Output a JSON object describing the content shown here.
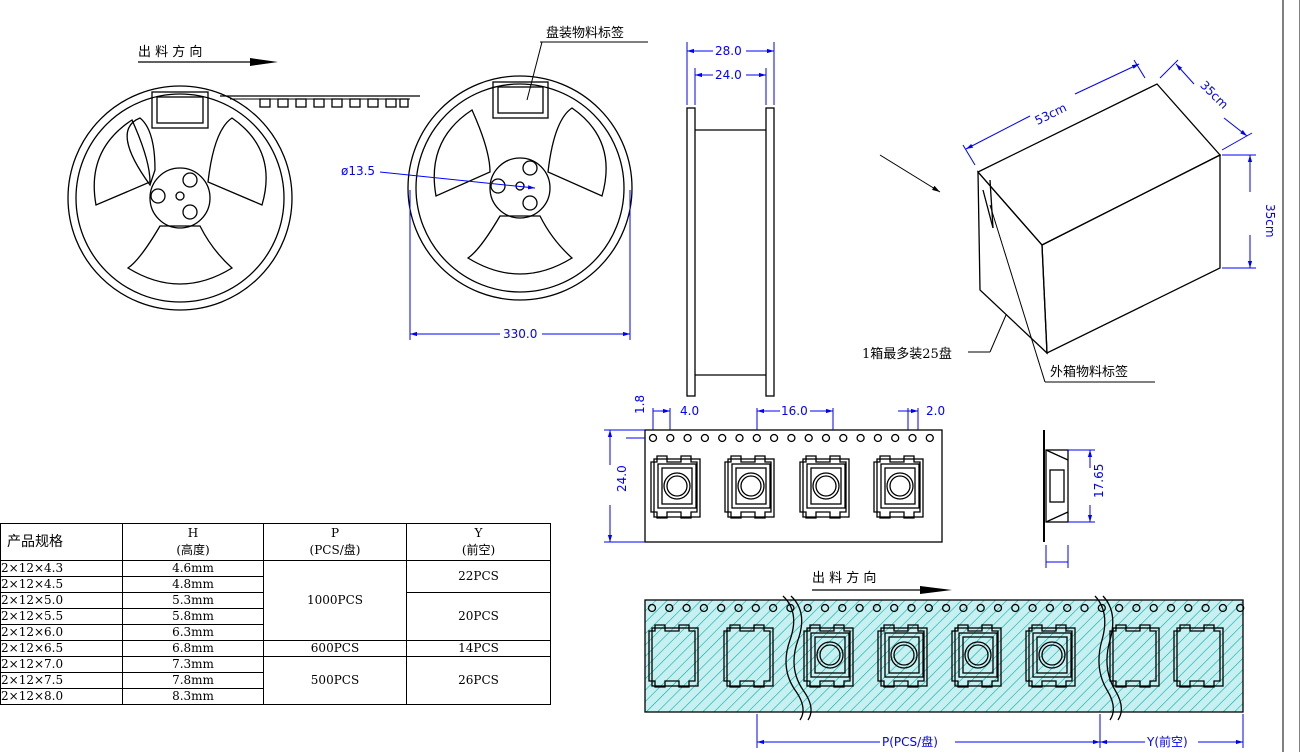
{
  "labels": {
    "feed_direction": "出 料 方 向",
    "feed_direction_2": "出 料 方 向",
    "reel_label": "盘装物料标签",
    "hub_diameter": "ø13.5",
    "reel_diameter": "330.0",
    "reel_width_outer": "28.0",
    "reel_width_inner": "24.0",
    "box_length": "53cm",
    "box_width": "35cm",
    "box_height": "35cm",
    "box_capacity": "1箱最多装25盘",
    "box_label": "外箱物料标签",
    "tape_hole_pitch": "4.0",
    "tape_pocket_pitch": "16.0",
    "tape_hole_offset": "2.0",
    "tape_edge": "1.8",
    "tape_width": "24.0",
    "pocket_depth": "17.65",
    "p_label": "P(PCS/盘)",
    "y_label": "Y(前空)"
  },
  "table": {
    "headers": {
      "spec": "产品规格",
      "h": "H",
      "h_sub": "(高度)",
      "p": "P",
      "p_sub": "(PCS/盘)",
      "y": "Y",
      "y_sub": "(前空)"
    },
    "rows": [
      {
        "spec": "2×12×4.3",
        "h": "4.6mm"
      },
      {
        "spec": "2×12×4.5",
        "h": "4.8mm"
      },
      {
        "spec": "2×12×5.0",
        "h": "5.3mm"
      },
      {
        "spec": "2×12×5.5",
        "h": "5.8mm"
      },
      {
        "spec": "2×12×6.0",
        "h": "6.3mm"
      },
      {
        "spec": "2×12×6.5",
        "h": "6.8mm"
      },
      {
        "spec": "2×12×7.0",
        "h": "7.3mm"
      },
      {
        "spec": "2×12×7.5",
        "h": "7.8mm"
      },
      {
        "spec": "2×12×8.0",
        "h": "8.3mm"
      }
    ],
    "p_groups": {
      "g1": "1000PCS",
      "g2": "600PCS",
      "g3": "500PCS"
    },
    "y_groups": {
      "g1": "22PCS",
      "g2": "20PCS",
      "g3": "14PCS",
      "g4": "26PCS"
    }
  },
  "colors": {
    "line": "#000000",
    "dimension": "#0000ff",
    "hatch": "#00c8c8",
    "tape_fill": "#c8f0f0"
  }
}
